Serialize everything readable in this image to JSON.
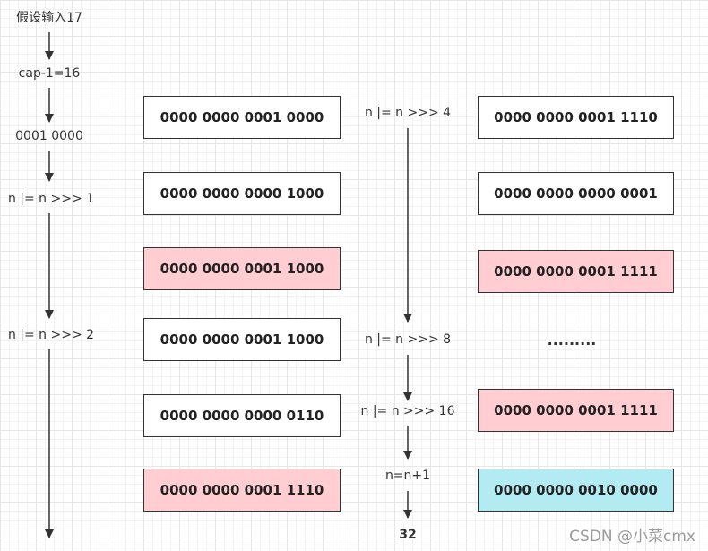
{
  "colors": {
    "pink": "#ffcdd2",
    "cyan": "#b2ebf2",
    "white": "#ffffff"
  },
  "left_steps": [
    "假设输入17",
    "cap-1=16",
    "0001 0000",
    "n |= n >>> 1",
    "n |= n >>> 2"
  ],
  "left_boxes": [
    {
      "text": "0000 0000 0001 0000",
      "fill": "white"
    },
    {
      "text": "0000 0000 0000 1000",
      "fill": "white"
    },
    {
      "text": "0000 0000 0001 1000",
      "fill": "pink"
    },
    {
      "text": "0000 0000 0001 1000",
      "fill": "white"
    },
    {
      "text": "0000 0000 0000 0110",
      "fill": "white"
    },
    {
      "text": "0000 0000 0001 1110",
      "fill": "pink"
    }
  ],
  "middle_steps": [
    "n |= n >>> 4",
    "n |= n >>> 8",
    "n |= n >>> 16",
    "n=n+1"
  ],
  "result": "32",
  "right_boxes": [
    {
      "text": "0000 0000 0001 1110",
      "fill": "white"
    },
    {
      "text": "0000 0000 0000 0001",
      "fill": "white"
    },
    {
      "text": "0000 0000 0001 1111",
      "fill": "pink"
    },
    {
      "text": "0000 0000 0001 1111",
      "fill": "pink"
    },
    {
      "text": "0000 0000 0010 0000",
      "fill": "cyan"
    }
  ],
  "ellipsis": ".........",
  "watermark": "CSDN @小菜cmx"
}
